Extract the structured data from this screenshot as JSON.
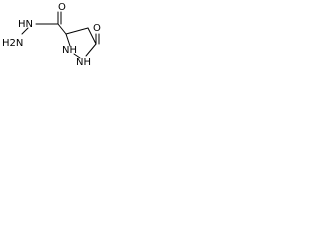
{
  "structure": {
    "atoms": {
      "carbonyl_oxygen": "O",
      "hydrazine_nh_left": "HN",
      "hydrazine_nh2_left": "H2N",
      "ring_nh_top": "NH",
      "ring_nh_bottom": "NH",
      "ketone_oxygen": "O"
    }
  }
}
